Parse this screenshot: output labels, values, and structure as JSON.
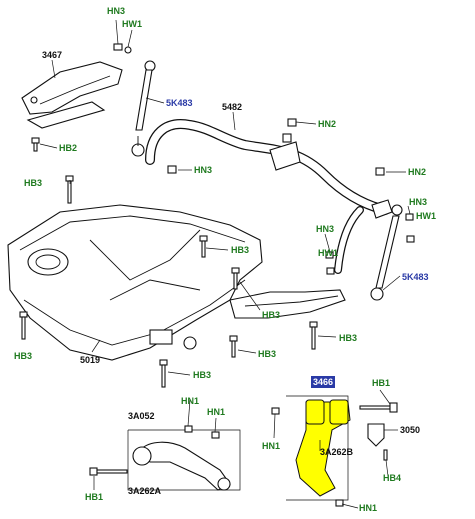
{
  "labels": {
    "hn3_top": "HN3",
    "hw1_top": "HW1",
    "p3467": "3467",
    "p5k483_left": "5K483",
    "p5482": "5482",
    "hn2_top": "HN2",
    "hb2": "HB2",
    "hn3_mid": "HN3",
    "hb3_left": "HB3",
    "hn2_right": "HN2",
    "hn3_right": "HN3",
    "hw1_right": "HW1",
    "hn3_right2": "HN3",
    "hw1_right2": "HW1",
    "p5k483_right": "5K483",
    "hb3_mid": "HB3",
    "hb3_center": "HB3",
    "hb3_lower": "HB3",
    "hb3_bottom_left": "HB3",
    "p5019": "5019",
    "hb3_bottom": "HB3",
    "p3a052": "3A052",
    "hn1_a": "HN1",
    "hn1_b": "HN1",
    "p3a262a": "3A262A",
    "hb1_left": "HB1",
    "p3466": "3466",
    "hb1_right": "HB1",
    "hn1_c": "HN1",
    "p3a262b": "3A262B",
    "p3050": "3050",
    "hb4": "HB4",
    "hn1_d": "HN1"
  },
  "colors": {
    "fastener_label": "#1f7a1f",
    "part_label": "#2a3aa6",
    "highlight": "#ffff00",
    "highlight_box": "#2a3aa6"
  }
}
